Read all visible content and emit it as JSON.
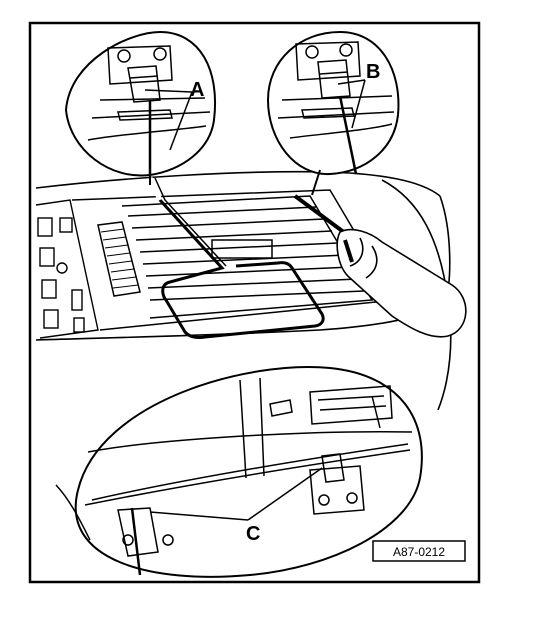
{
  "figure": {
    "callouts": {
      "a": "A",
      "b": "B",
      "c": "C"
    },
    "reference_code": "A87-0212"
  },
  "colors": {
    "ink": "#000000",
    "paper": "#ffffff"
  }
}
